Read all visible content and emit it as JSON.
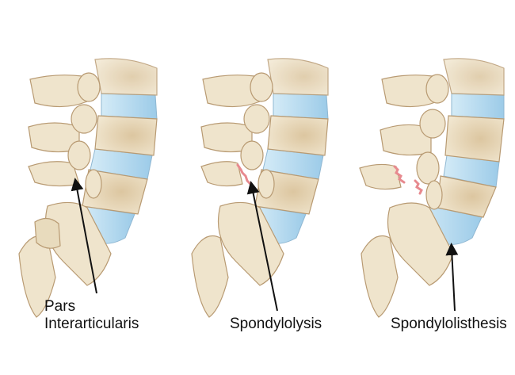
{
  "figure": {
    "panels": [
      {
        "id": "normal",
        "label_line1": "Pars",
        "label_line2": "Interarticularis"
      },
      {
        "id": "spondylolysis",
        "label": "Spondylolysis"
      },
      {
        "id": "spondylolisthesis",
        "label": "Spondylolisthesis"
      }
    ],
    "colors": {
      "bone": "#efe4cc",
      "bone_outline": "#b89a72",
      "bone_shade": "#dcc9a6",
      "disc": "#a9d3ec",
      "disc_light": "#cfe7f5",
      "fracture": "#e78a8f",
      "arrow": "#111111"
    }
  }
}
